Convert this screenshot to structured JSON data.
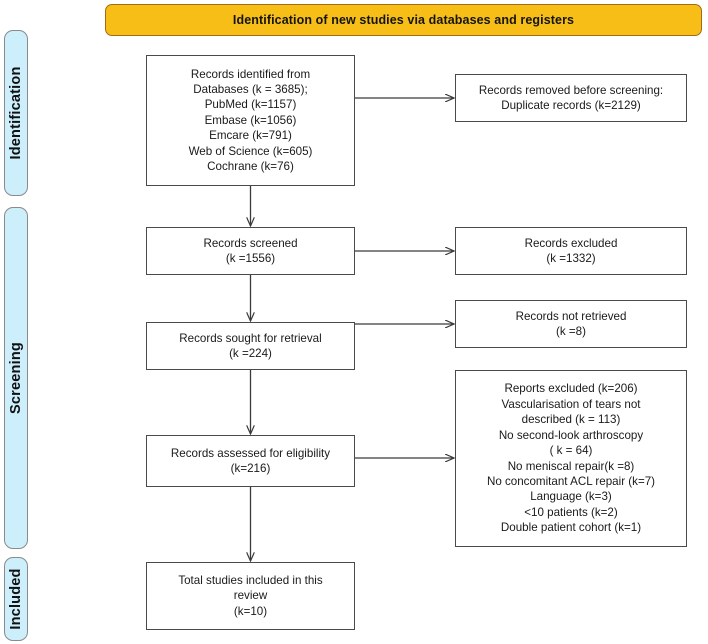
{
  "figure": {
    "type": "prisma-flow-diagram",
    "banner": {
      "text": "Identification of new studies via databases and registers",
      "fill": "#f6be16",
      "border": "#a56b14"
    },
    "stage_fill": "#cdeefb",
    "stages": [
      {
        "id": "identification",
        "label": "Identification"
      },
      {
        "id": "screening",
        "label": "Screening"
      },
      {
        "id": "included",
        "label": "Included"
      }
    ],
    "boxes": {
      "records_identified": {
        "lines": [
          "Records identified from",
          "Databases (k = 3685);",
          "PubMed (k=1157)",
          "Embase (k=1056)",
          "Emcare  (k=791)",
          "Web of Science (k=605)",
          "Cochrane (k=76)"
        ]
      },
      "records_removed": {
        "lines": [
          "Records removed before screening:",
          "Duplicate records (k=2129)"
        ]
      },
      "records_screened": {
        "lines": [
          "Records screened",
          "(k =1556)"
        ]
      },
      "records_excluded": {
        "lines": [
          "Records excluded",
          "(k =1332)"
        ]
      },
      "records_sought": {
        "lines": [
          "Records sought for retrieval",
          "(k =224)"
        ]
      },
      "records_not_retrieved": {
        "lines": [
          "Records not retrieved",
          "(k =8)"
        ]
      },
      "records_assessed": {
        "lines": [
          "Records assessed for eligibility",
          "(k=216)"
        ]
      },
      "reports_excluded": {
        "lines": [
          "Reports excluded (k=206)",
          "Vascularisation of tears not",
          "described (k = 113)",
          "No second-look arthroscopy",
          "( k = 64)",
          "No meniscal repair(k =8)",
          "No concomitant ACL repair (k=7)",
          "Language (k=3)",
          "<10 patients (k=2)",
          "Double patient cohort (k=1)"
        ]
      },
      "total_included": {
        "lines": [
          "Total studies included in this",
          "review",
          "(k=10)"
        ]
      }
    }
  }
}
